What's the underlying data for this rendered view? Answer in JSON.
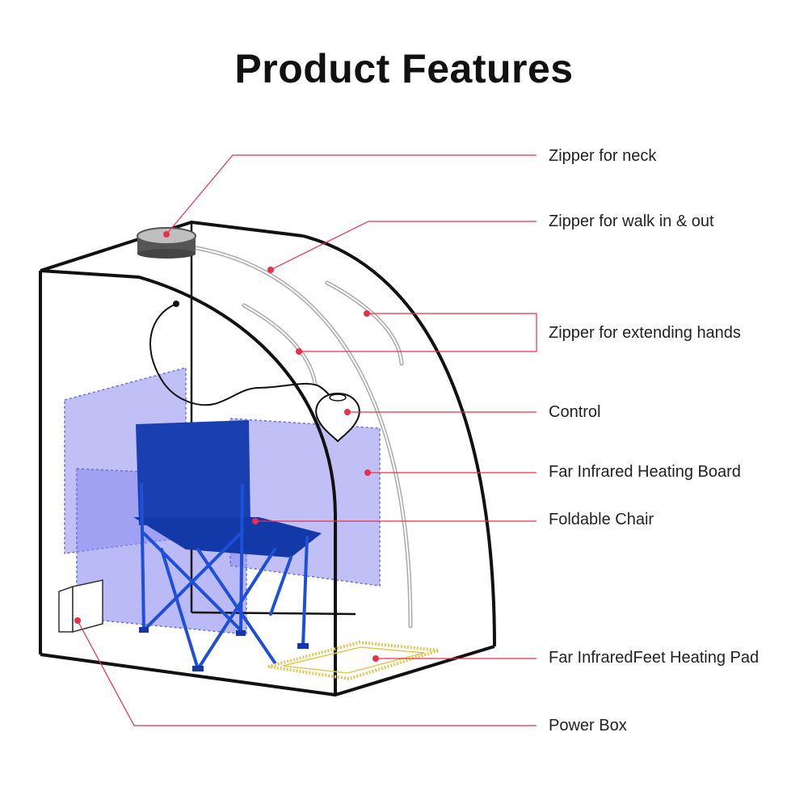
{
  "title": "Product Features",
  "colors": {
    "callout_line": "#e8304a",
    "callout_dot": "#e8304a",
    "frame": "#111111",
    "chair": "#1338a8",
    "heating_board": "#8c8cf0",
    "feet_pad": "#e0c858"
  },
  "callouts": [
    {
      "label": "Zipper for neck"
    },
    {
      "label": "Zipper for walk in & out"
    },
    {
      "label": "Zipper for extending hands"
    },
    {
      "label": "Control"
    },
    {
      "label": "Far Infrared Heating Board"
    },
    {
      "label": "Foldable Chair"
    },
    {
      "label": "Far InfraredFeet Heating Pad"
    },
    {
      "label": "Power Box"
    }
  ]
}
